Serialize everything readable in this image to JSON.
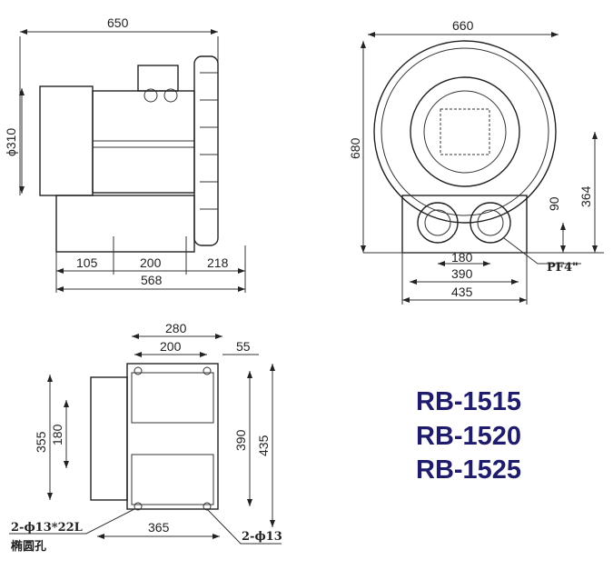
{
  "side_view": {
    "overall_length": "650",
    "diameter": "ϕ310",
    "dim_a": "105",
    "dim_b": "200",
    "dim_c": "218",
    "base_length": "568"
  },
  "front_view": {
    "width": "660",
    "height": "680",
    "center_height": "364",
    "port_height": "90",
    "port_spacing": "180",
    "hole_spacing": "390",
    "base_width": "435",
    "port_label": "PF4\""
  },
  "bottom_view": {
    "width_280": "280",
    "width_200": "200",
    "offset_55": "55",
    "height_355": "355",
    "height_180": "180",
    "height_390": "390",
    "height_435": "435",
    "length_365": "365",
    "slot_hole": "2-ϕ13*22L",
    "slot_hole_cn": "椭圆孔",
    "round_hole": "2-ϕ13"
  },
  "models": [
    "RB-1515",
    "RB-1520",
    "RB-1525"
  ],
  "colors": {
    "model_text": "#1f1c6b",
    "line": "#333333"
  }
}
